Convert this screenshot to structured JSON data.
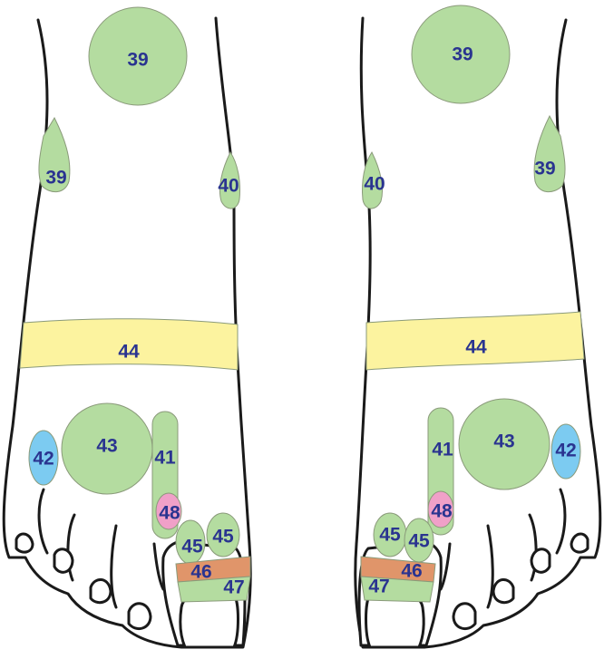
{
  "colors": {
    "green": "#b4dca0",
    "yellow": "#fcf39f",
    "blue": "#7ccbf1",
    "pink": "#f0a0c8",
    "orange": "#e0956a",
    "label": "#2a3490"
  },
  "left_foot": {
    "labels": {
      "z39_top": "39",
      "z39_side": "39",
      "z40": "40",
      "z44": "44",
      "z43": "43",
      "z42": "42",
      "z41": "41",
      "z48": "48",
      "z45a": "45",
      "z45b": "45",
      "z46": "46",
      "z47": "47"
    }
  },
  "right_foot": {
    "labels": {
      "z39_top": "39",
      "z39_side": "39",
      "z40": "40",
      "z44": "44",
      "z43": "43",
      "z42": "42",
      "z41": "41",
      "z48": "48",
      "z45a": "45",
      "z45b": "45",
      "z46": "46",
      "z47": "47"
    }
  }
}
